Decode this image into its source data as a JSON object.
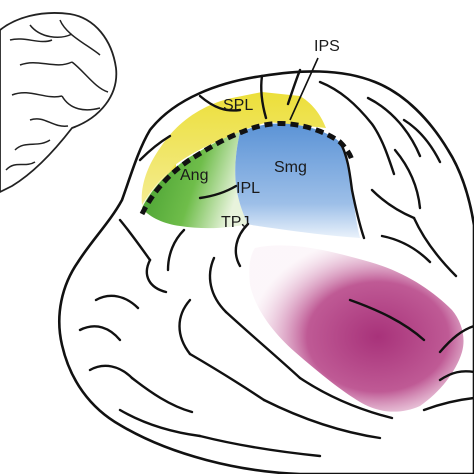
{
  "labels": {
    "ips": "IPS",
    "spl": "SPL",
    "ang": "Ang",
    "smg": "Smg",
    "ipl": "IPL",
    "tpj": "TPJ"
  },
  "colors": {
    "spl": "#ecdf3a",
    "ang": "#4fa83a",
    "smg": "#5b93d6",
    "temporal": "#a8327a",
    "outline": "#111111"
  }
}
